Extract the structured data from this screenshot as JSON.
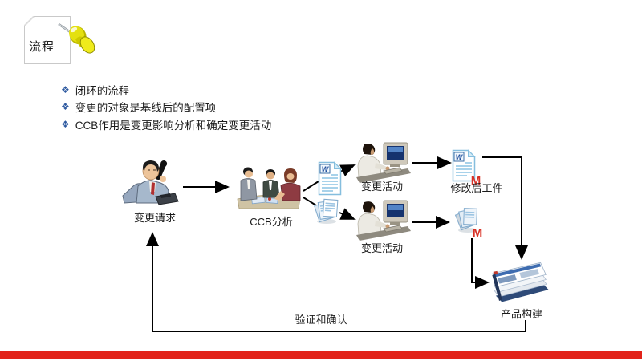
{
  "slide": {
    "note_title": "流程",
    "bullet_char": "❖",
    "bullets": [
      "闭环的流程",
      "变更的对象是基线后的配置项",
      "CCB作用是变更影响分析和确定变更活动"
    ],
    "flow": {
      "change_request_label": "变更请求",
      "ccb_analysis_label": "CCB分析",
      "change_activity_top_label": "变更活动",
      "modified_artifact_label": "修改后工件",
      "change_activity_bottom_label": "变更活动",
      "product_build_label": "产品构建",
      "feedback_label": "验证和确认",
      "word_doc_letter": "W",
      "modified_marker": "M"
    },
    "colors": {
      "bullet_marker": "#2E5AA0",
      "footer_bar": "#E2231A",
      "connector": "#000000",
      "modified_marker": "#D93025",
      "note_border": "#C9C9C9"
    }
  }
}
